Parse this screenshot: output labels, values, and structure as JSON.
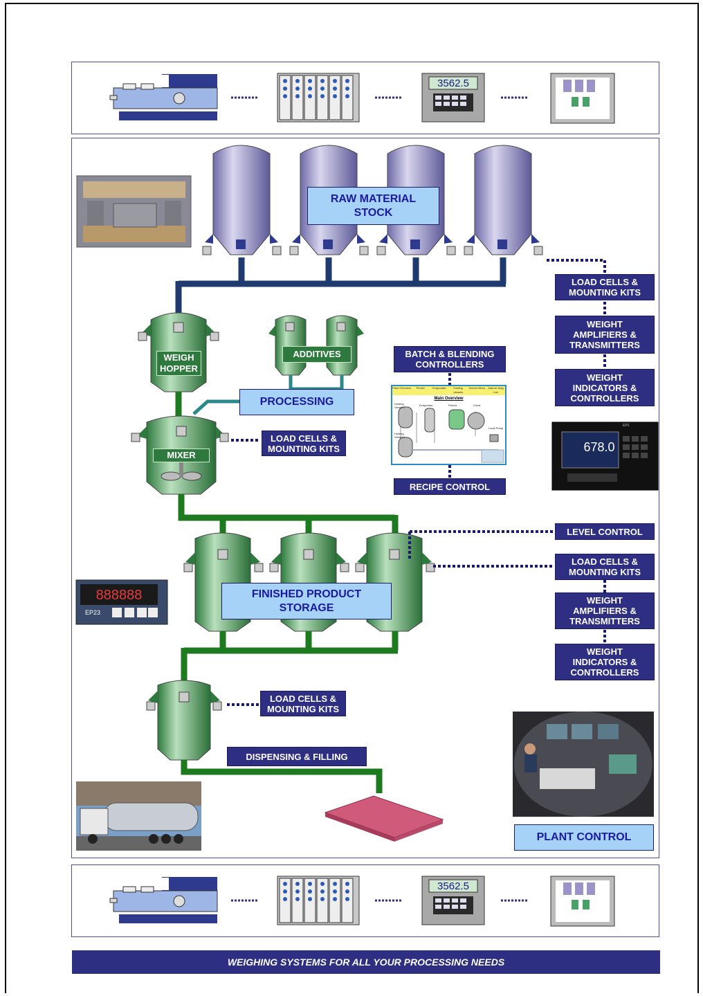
{
  "strip": {
    "display_value": "3562.5"
  },
  "title_raw": "RAW MATERIAL\nSTOCK",
  "title_processing": "PROCESSING",
  "title_finished": "FINISHED PRODUCT\nSTORAGE",
  "title_plant": "PLANT CONTROL",
  "vessel_weigh": "WEIGH\nHOPPER",
  "vessel_additives": "ADDITIVES",
  "vessel_mixer": "MIXER",
  "right_top": [
    "LOAD CELLS &\nMOUNTING KITS",
    "WEIGHT\nAMPLIFIERS &\nTRANSMITTERS",
    "WEIGHT\nINDICATORS &\nCONTROLLERS"
  ],
  "right_mid": {
    "level": "LEVEL CONTROL",
    "load": "LOAD CELLS &\nMOUNTING KITS",
    "amp": "WEIGHT\nAMPLIFIERS &\nTRANSMITTERS",
    "ind": "WEIGHT\nINDICATORS &\nCONTROLLERS"
  },
  "mixer_load": "LOAD CELLS &\nMOUNTING KITS",
  "disp_load": "LOAD CELLS &\nMOUNTING KITS",
  "dispensing": "DISPENSING & FILLING",
  "batch": "BATCH & BLENDING\nCONTROLLERS",
  "recipe": "RECIPE CONTROL",
  "screen": {
    "tabs": [
      "Plant Overview",
      "Premix",
      "Evaporator",
      "Holding Vessels",
      "Screen Menu",
      "Alarms/ Mag List"
    ],
    "title": "Main Overview",
    "labels": [
      "Holding Vessel 1",
      "Evaporator",
      "Premix",
      "Chest",
      "Holding Vessel 2",
      "Local Pump"
    ]
  },
  "controller_display": "678.0",
  "controller_brand": "EP2",
  "indicator_digits": "888888",
  "indicator_model": "EP23",
  "footer": "WEIGHING SYSTEMS FOR ALL YOUR PROCESSING NEEDS",
  "colors": {
    "navy": "#2e2e82",
    "light_blue": "#a7d2f8",
    "green": "#1e7a1e",
    "silo": "#9a94c8",
    "tank": "#4aa068"
  }
}
